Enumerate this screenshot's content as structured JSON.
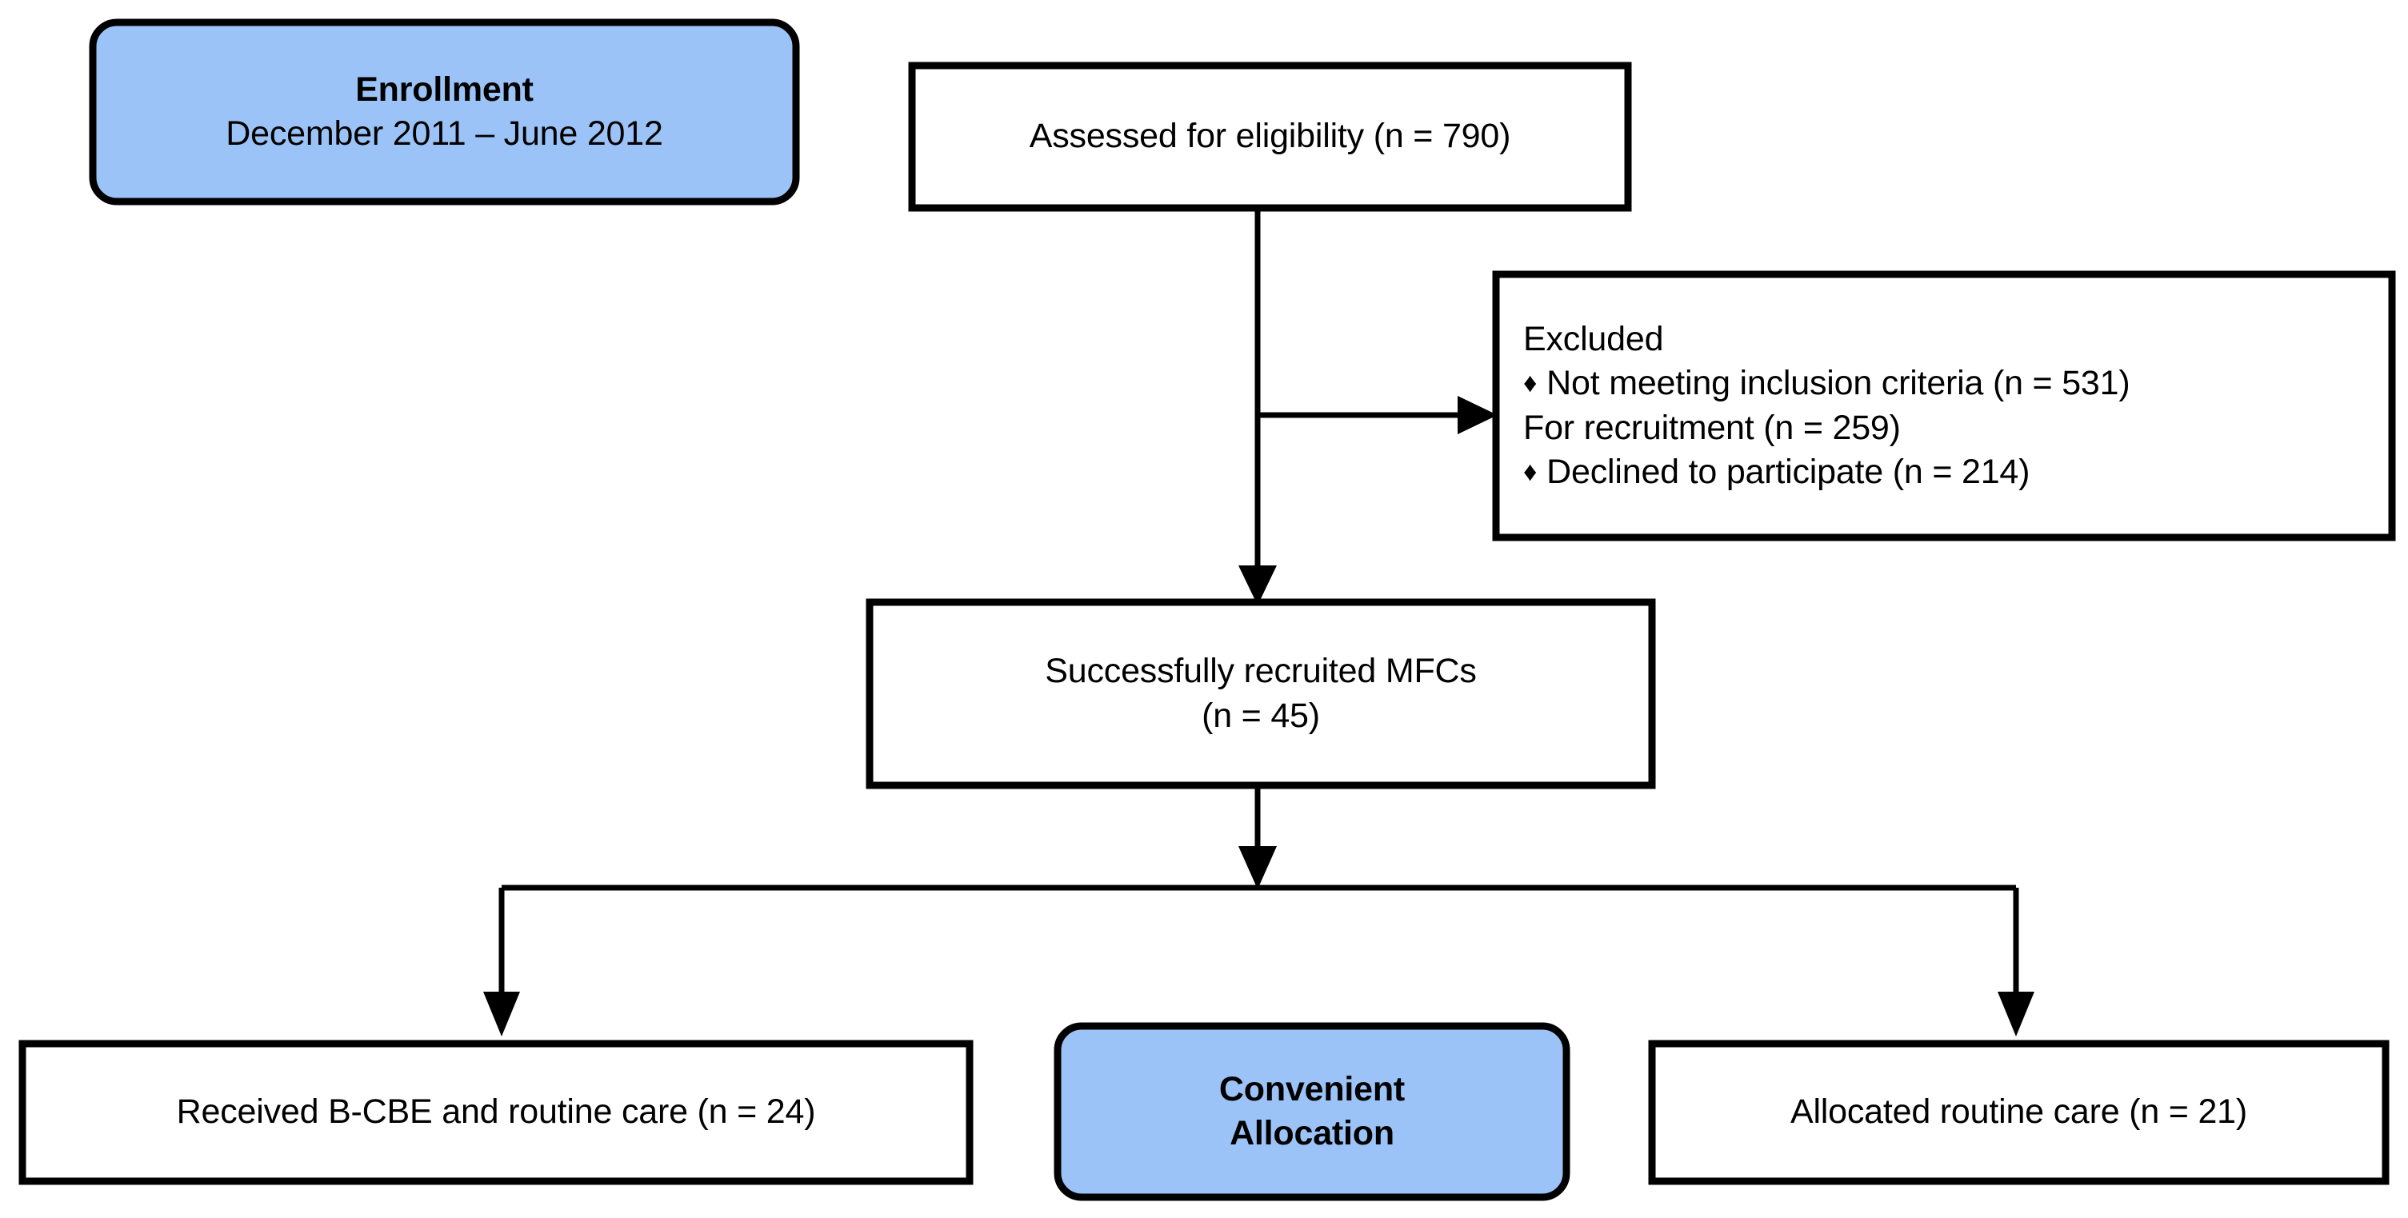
{
  "diagram": {
    "title": "CONSORT participant flow diagram",
    "colors": {
      "phase_fill": "#9CC3F7",
      "box_fill": "#FFFFFF",
      "stroke": "#000000",
      "text": "#000000"
    },
    "phase_boxes": [
      {
        "id": "enrollment",
        "name": "enrollment-phase-box",
        "lines": [
          {
            "text": "Enrollment",
            "bold": true
          },
          {
            "text": "December 2011 – June 2012",
            "bold": false
          }
        ]
      },
      {
        "id": "allocation",
        "name": "allocation-phase-box",
        "lines": [
          {
            "text": "Convenient",
            "bold": true
          },
          {
            "text": "Allocation",
            "bold": true
          }
        ]
      }
    ],
    "nodes": [
      {
        "id": "assessed",
        "name": "assessed-for-eligibility-box",
        "lines": [
          {
            "text": "Assessed for eligibility (n = 790)",
            "bullet": false
          }
        ],
        "align": "center",
        "count_label": "n = 790",
        "count": 790
      },
      {
        "id": "excluded",
        "name": "excluded-box",
        "lines": [
          {
            "text": "Excluded",
            "bullet": false
          },
          {
            "text": "Not meeting inclusion criteria (n = 531)",
            "bullet": true
          },
          {
            "text": "For recruitment (n = 259)",
            "bullet": false
          },
          {
            "text": "Declined to participate (n = 214)",
            "bullet": true
          }
        ],
        "align": "left",
        "counts": [
          {
            "label": "Not meeting inclusion criteria",
            "count": 531
          },
          {
            "label": "For recruitment",
            "count": 259
          },
          {
            "label": "Declined to participate",
            "count": 214
          }
        ]
      },
      {
        "id": "recruited",
        "name": "successfully-recruited-box",
        "lines": [
          {
            "text": "Successfully recruited MFCs",
            "bullet": false
          },
          {
            "text": "(n = 45)",
            "bullet": false
          }
        ],
        "align": "center",
        "count_label": "n = 45",
        "count": 45
      },
      {
        "id": "intervention",
        "name": "intervention-arm-box",
        "lines": [
          {
            "text": "Received B-CBE and routine care (n = 24)",
            "bullet": false
          }
        ],
        "align": "center",
        "count_label": "n = 24",
        "count": 24
      },
      {
        "id": "control",
        "name": "control-arm-box",
        "lines": [
          {
            "text": "Allocated routine care (n = 21)",
            "bullet": false
          }
        ],
        "align": "center",
        "count_label": "n = 21",
        "count": 21
      }
    ],
    "bullet_glyph": "♦",
    "edges": [
      {
        "from": "assessed",
        "to": "excluded",
        "arrow": true,
        "direction": "right"
      },
      {
        "from": "assessed",
        "to": "recruited",
        "arrow": true,
        "direction": "down"
      },
      {
        "from": "recruited",
        "to": "intervention",
        "arrow": true,
        "direction": "down-left"
      },
      {
        "from": "recruited",
        "to": "control",
        "arrow": true,
        "direction": "down-right"
      }
    ]
  }
}
